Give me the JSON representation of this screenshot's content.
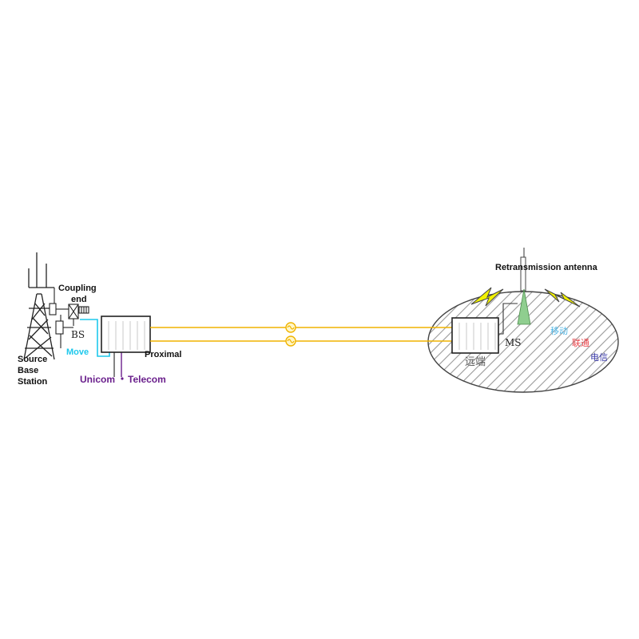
{
  "labels": {
    "coupling_end_line1": "Coupling",
    "coupling_end_line2": "end",
    "bs": "BS",
    "source_base_station": [
      "Source",
      "Base",
      "Station"
    ],
    "move": "Move",
    "proximal": "Proximal",
    "unicom": "Unicom",
    "telecom": "Telecom",
    "retransmission_antenna": "Retransmission antenna",
    "ms": "MS",
    "remote_end": "远端",
    "zone_mobile": "移动",
    "zone_unicom": "联通",
    "zone_telecom": "电信"
  },
  "colors": {
    "fiber": "#f0b400",
    "move": "#1ec8ec",
    "carrier": "#6a1f8c",
    "lightning": "#f2f200",
    "antenna": "#8fce8f",
    "zone_mobile": "#4fb6e6",
    "zone_unicom": "#e8454b",
    "zone_telecom": "#3a3aa8",
    "hatch": "#9a9a9a"
  }
}
